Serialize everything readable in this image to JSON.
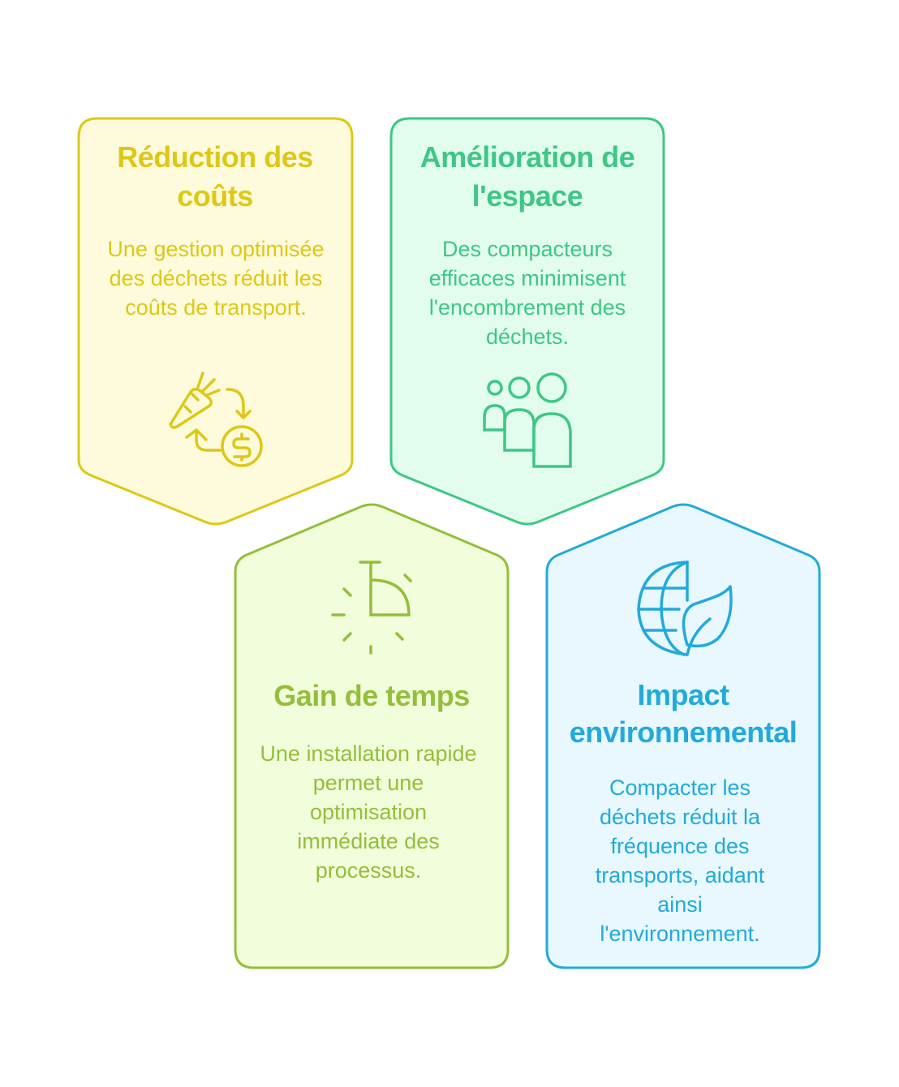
{
  "cards": [
    {
      "title": "Réduction des coûts",
      "text": "Une gestion optimisée des déchets réduit les coûts de transport.",
      "icon": "carrot-money-cycle-icon",
      "color": "#DEC816",
      "fill": "#FEFADC"
    },
    {
      "title": "Amélioration de l'espace",
      "text": "Des compacteurs efficaces minimisent l'encombrement des déchets.",
      "icon": "people-group-icon",
      "color": "#3EC785",
      "fill": "#E2FDEE"
    },
    {
      "title": "Gain de temps",
      "text": "Une installation rapide permet une optimisation immédiate des processus.",
      "icon": "stopwatch-icon",
      "color": "#93BF3A",
      "fill": "#F2FEDB"
    },
    {
      "title": "Impact environnemental",
      "text": "Compacter les déchets réduit la fréquence des transports, aidant ainsi l'environnement.",
      "icon": "globe-leaf-icon",
      "color": "#21AADB",
      "fill": "#E8F8FE"
    }
  ]
}
